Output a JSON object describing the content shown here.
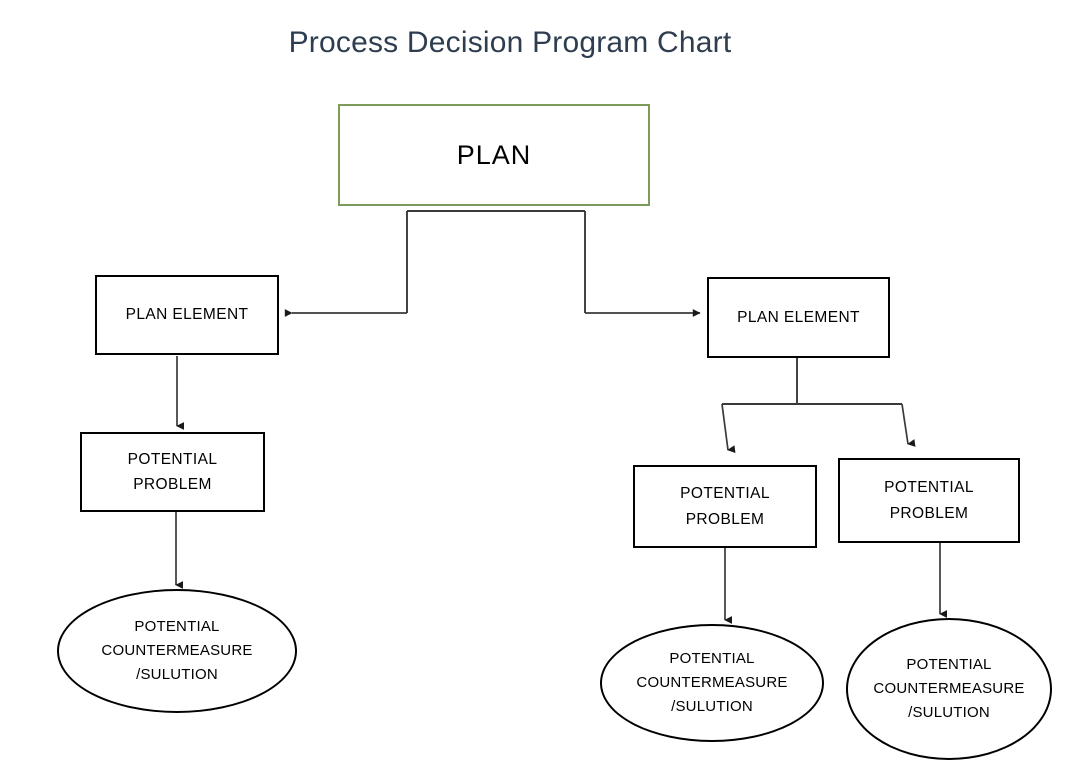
{
  "page": {
    "title": "Process Decision Program Chart",
    "background": "#ffffff",
    "title_color": "#2e3d50"
  },
  "colors": {
    "plan_border": "#7d9c5b",
    "node_border": "#000000",
    "connector": "#3a3a3a",
    "text": "#000000"
  },
  "nodes": {
    "plan": {
      "label": "PLAN"
    },
    "plan_element_left": {
      "label": "PLAN ELEMENT"
    },
    "plan_element_right": {
      "label": "PLAN ELEMENT"
    },
    "problem_left": {
      "label": "POTENTIAL\nPROBLEM"
    },
    "problem_middle": {
      "label": "POTENTIAL\nPROBLEM"
    },
    "problem_right": {
      "label": "POTENTIAL\nPROBLEM"
    },
    "countermeasure_left": {
      "label": "POTENTIAL\nCOUNTERMEASURE\n/SULUTION"
    },
    "countermeasure_middle": {
      "label": "POTENTIAL\nCOUNTERMEASURE\n/SULUTION"
    },
    "countermeasure_right": {
      "label": "POTENTIAL\nCOUNTERMEASURE\n/SULUTION"
    }
  },
  "chart_data": {
    "type": "diagram",
    "title": "Process Decision Program Chart",
    "diagram_kind": "tree",
    "levels": [
      "Plan",
      "Plan Element",
      "Potential Problem",
      "Potential Countermeasure / Solution"
    ],
    "tree": {
      "label": "PLAN",
      "shape": "rectangle",
      "border_color": "#7d9c5b",
      "children": [
        {
          "label": "PLAN ELEMENT",
          "shape": "rectangle",
          "branch": "left",
          "children": [
            {
              "label": "POTENTIAL PROBLEM",
              "shape": "rectangle",
              "children": [
                {
                  "label": "POTENTIAL COUNTERMEASURE /SULUTION",
                  "shape": "ellipse",
                  "children": []
                }
              ]
            }
          ]
        },
        {
          "label": "PLAN ELEMENT",
          "shape": "rectangle",
          "branch": "right",
          "children": [
            {
              "label": "POTENTIAL PROBLEM",
              "shape": "rectangle",
              "children": [
                {
                  "label": "POTENTIAL COUNTERMEASURE /SULUTION",
                  "shape": "ellipse",
                  "children": []
                }
              ]
            },
            {
              "label": "POTENTIAL PROBLEM",
              "shape": "rectangle",
              "children": [
                {
                  "label": "POTENTIAL COUNTERMEASURE /SULUTION",
                  "shape": "ellipse",
                  "children": []
                }
              ]
            }
          ]
        }
      ]
    },
    "edges": [
      {
        "from": "PLAN",
        "to": "PLAN ELEMENT (left)",
        "arrow": "left"
      },
      {
        "from": "PLAN",
        "to": "PLAN ELEMENT (right)",
        "arrow": "right"
      },
      {
        "from": "PLAN ELEMENT (left)",
        "to": "POTENTIAL PROBLEM (left)",
        "arrow": "down"
      },
      {
        "from": "POTENTIAL PROBLEM (left)",
        "to": "POTENTIAL COUNTERMEASURE /SULUTION (left)",
        "arrow": "down"
      },
      {
        "from": "PLAN ELEMENT (right)",
        "to": "POTENTIAL PROBLEM (middle)",
        "arrow": "down"
      },
      {
        "from": "PLAN ELEMENT (right)",
        "to": "POTENTIAL PROBLEM (right)",
        "arrow": "down"
      },
      {
        "from": "POTENTIAL PROBLEM (middle)",
        "to": "POTENTIAL COUNTERMEASURE /SULUTION (middle)",
        "arrow": "down"
      },
      {
        "from": "POTENTIAL PROBLEM (right)",
        "to": "POTENTIAL COUNTERMEASURE /SULUTION (right)",
        "arrow": "down"
      }
    ]
  }
}
